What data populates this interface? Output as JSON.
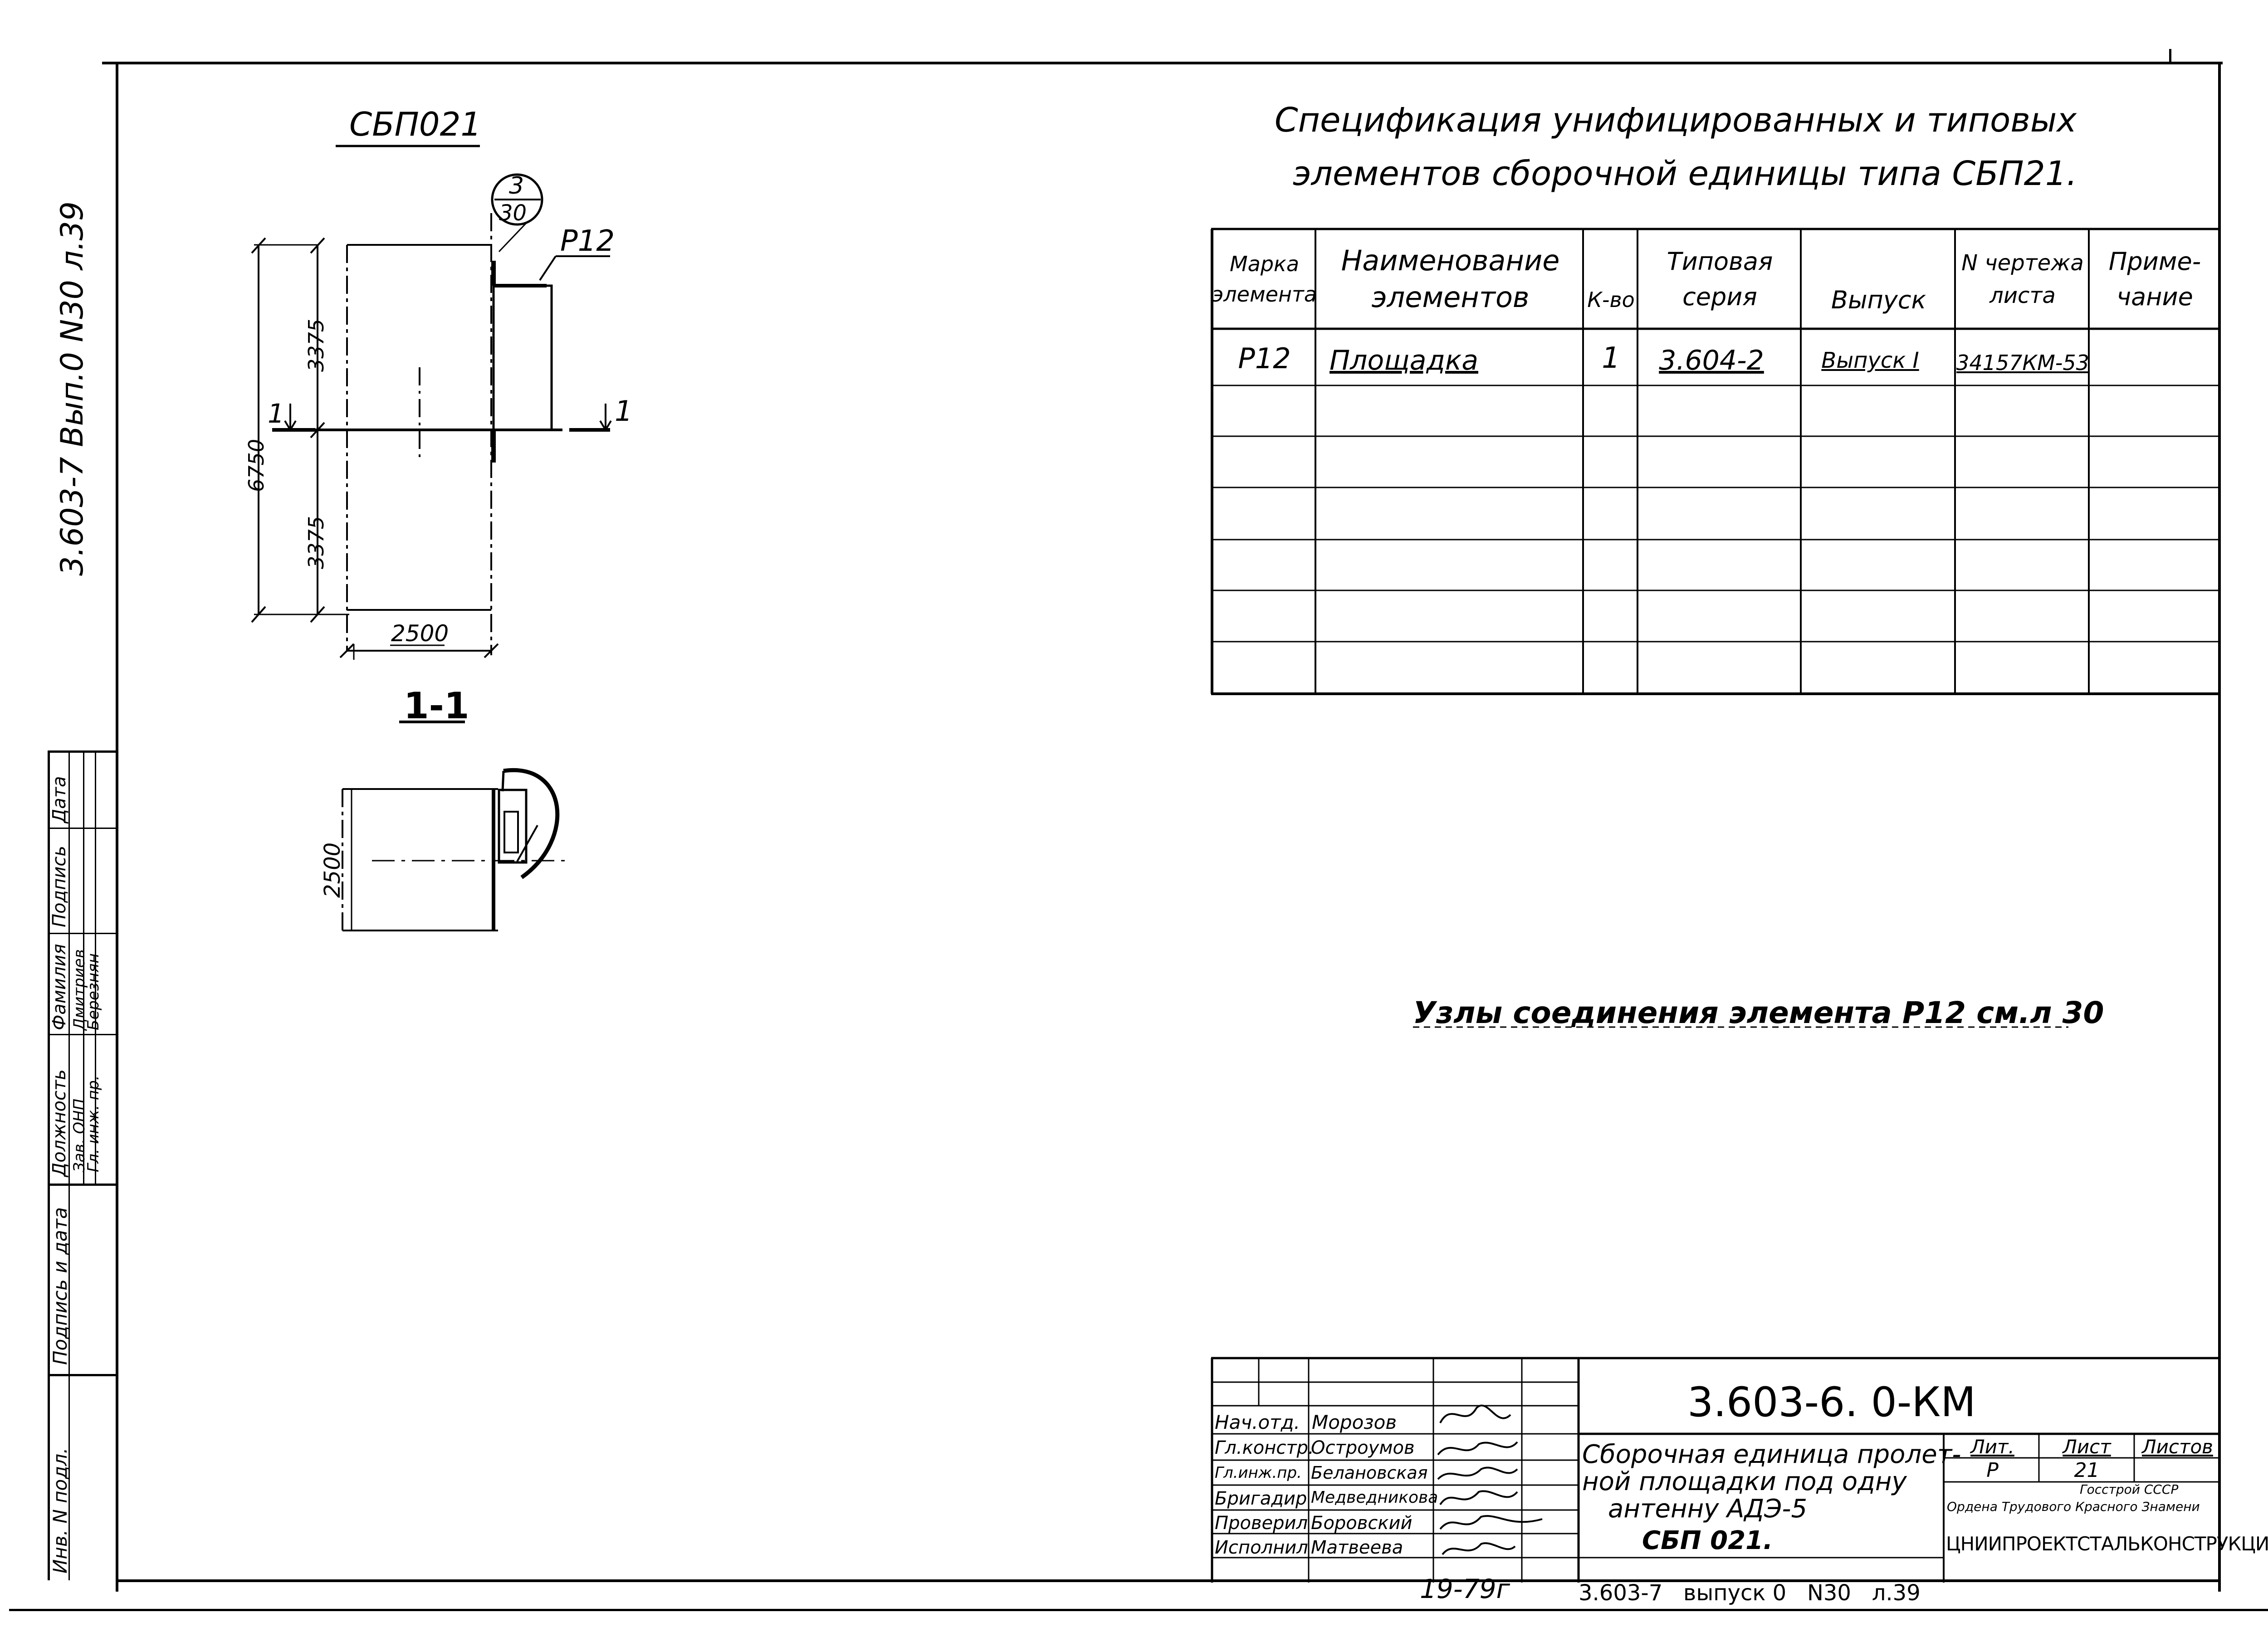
{
  "margin": {
    "vertical_ref": "3.603-7  Вып.0  N30  л.39"
  },
  "drawing": {
    "mark_label": "СБП021",
    "callout_top": "3",
    "callout_bottom": "30",
    "element_label": "Р12",
    "dim_total": "6750",
    "dim_upper": "3375",
    "dim_lower": "3375",
    "dim_width": "2500",
    "section_left_label": "1",
    "section_right_label": "1",
    "section_title": "1-1",
    "section_dim": "2500"
  },
  "spec": {
    "title_line1": "Спецификация  унифицированных  и  типовых",
    "title_line2": "элементов  сборочной  единицы  типа  СБП21.",
    "headers": [
      "Марка\nэлемента",
      "Наименование\nэлементов",
      "К-во",
      "Типовая\nсерия",
      "Выпуск",
      "N чертежа\nлиста",
      "Приме-\nчание"
    ],
    "rows": [
      [
        "Р12",
        "Площадка",
        "1",
        "3.604-2",
        "Выпуск I",
        "34157КМ-53",
        ""
      ]
    ]
  },
  "note": "Узлы соединения элемента Р12 см.л 30",
  "left_stamp": {
    "headers": [
      "Должность",
      "Фамилия",
      "Подпись",
      "Дата"
    ],
    "rows": [
      [
        "Зав. ОНП",
        "Дмитриев"
      ],
      [
        "Гл. инж. пр.",
        "Березнян"
      ]
    ],
    "label_signature_date": "Подпись и дата",
    "label_inv_no": "Инв. N подл."
  },
  "title_block": {
    "code": "3.603-6. 0-КМ",
    "roles": [
      {
        "role": "Нач.отд.",
        "name": "Морозов"
      },
      {
        "role": "Гл.констр.",
        "name": "Остроумов"
      },
      {
        "role": "Гл.инж.пр.",
        "name": "Белановская"
      },
      {
        "role": "Бригадир",
        "name": "Медведникова"
      },
      {
        "role": "Проверил",
        "name": "Боровский"
      },
      {
        "role": "Исполнил",
        "name": "Матвеева"
      }
    ],
    "description": [
      "Сборочная единица пролет-",
      "ной площадки под одну",
      "антенну АДЭ-5",
      "СБП 021."
    ],
    "lit_label": "Лит.",
    "sheet_label": "Лист",
    "sheets_label": "Листов",
    "lit_value": "Р",
    "sheet_value": "21",
    "org_line1": "Госстрой СССР",
    "org_line2": "Ордена Трудового Красного Знамени",
    "org_line3": "ЦНИИПРОЕКТСТАЛЬКОНСТРУКЦИЯ"
  },
  "footer": {
    "date": "19-79г",
    "ref": "3.603-7   выпуск 0   N30   л.39"
  }
}
